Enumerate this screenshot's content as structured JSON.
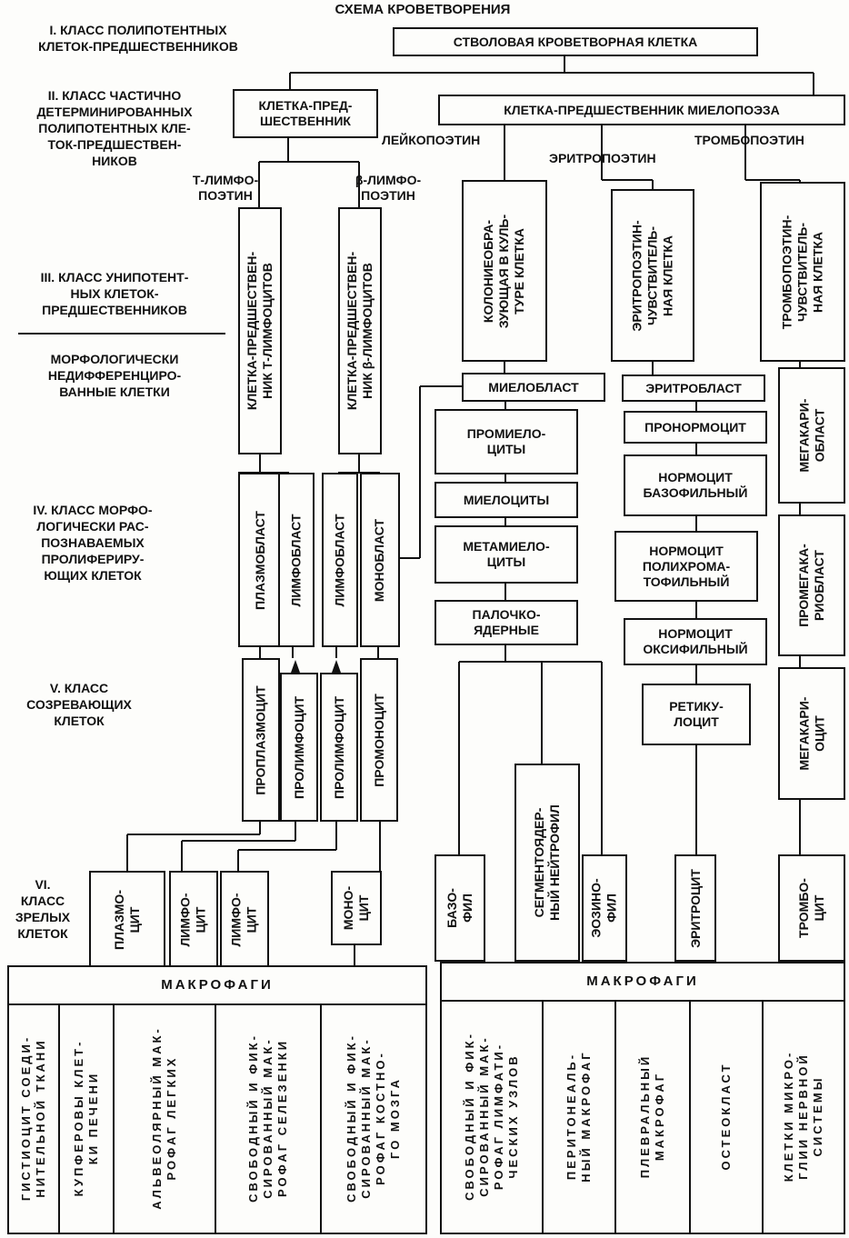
{
  "title": "СХЕМА КРОВЕТВОРЕНИЯ",
  "classes": {
    "c1": "I. КЛАСС ПОЛИПОТЕНТНЫХ\nКЛЕТОК-ПРЕДШЕСТВЕННИКОВ",
    "c2": "II. КЛАСС ЧАСТИЧНО\nДЕТЕРМИНИРОВАННЫХ\nПОЛИПОТЕНТНЫХ КЛЕ-\nТОК-ПРЕДШЕСТВЕН-\nНИКОВ",
    "c3": "III. КЛАСС УНИПОТЕНТ-\nНЫХ КЛЕТОК-\nПРЕДШЕСТВЕННИКОВ",
    "c3b": "МОРФОЛОГИЧЕСКИ\nНЕДИФФЕРЕНЦИРО-\nВАННЫЕ КЛЕТКИ",
    "c4": "IV. КЛАСС МОРФО-\nЛОГИЧЕСКИ РАС-\nПОЗНАВАЕМЫХ\nПРОЛИФЕРИРУ-\nЮЩИХ КЛЕТОК",
    "c5": "V. КЛАСС\nСОЗРЕВАЮЩИХ\nКЛЕТОК",
    "c6": "VI.\nКЛАСС\nЗРЕЛЫХ\nКЛЕТОК"
  },
  "nodes": {
    "stem": "СТВОЛОВАЯ КРОВЕТВОРНАЯ КЛЕТКА",
    "lymph_prog": "КЛЕТКА-ПРЕД-\nШЕСТВЕННИК",
    "myelo_prog": "КЛЕТКА-ПРЕДШЕСТВЕННИК МИЕЛОПОЭЗА",
    "t_prog": "КЛЕТКА-ПРЕДШЕСТВЕН-\nНИК Т-ЛИМФОЦИТОВ",
    "b_prog": "КЛЕТКА-ПРЕДШЕСТВЕН-\nНИК β-ЛИМФОЦИТОВ",
    "cfu": "КОЛОНИЕОБРА-\nЗУЮЩАЯ В КУЛЬ-\nТУРЕ КЛЕТКА",
    "ery_sens": "ЭРИТРОПОЭТИН-\nЧУВСТВИТЕЛЬ-\nНАЯ КЛЕТКА",
    "thr_sens": "ТРОМБОПОЭТИН-\nЧУВСТВИТЕЛЬ-\nНАЯ КЛЕТКА",
    "plasmoblast": "ПЛАЗМОБЛАСТ",
    "lymphoblast1": "ЛИМФОБЛАСТ",
    "lymphoblast2": "ЛИМФОБЛАСТ",
    "monoblast": "МОНОБЛАСТ",
    "myeloblast": "МИЕЛОБЛАСТ",
    "promyelocytes": "ПРОМИЕЛО-\nЦИТЫ",
    "myelocytes": "МИЕЛОЦИТЫ",
    "metamyelocytes": "МЕТАМИЕЛО-\nЦИТЫ",
    "band": "ПАЛОЧКО-\nЯДЕРНЫЕ",
    "erythroblast": "ЭРИТРОБЛАСТ",
    "pronormocyte": "ПРОНОРМОЦИТ",
    "norm_baso": "НОРМОЦИТ\nБАЗОФИЛЬНЫЙ",
    "norm_poly": "НОРМОЦИТ\nПОЛИХРОМА-\nТОФИЛЬНЫЙ",
    "norm_oxy": "НОРМОЦИТ\nОКСИФИЛЬНЫЙ",
    "reticulocyte": "РЕТИКУ-\nЛОЦИТ",
    "megakaryoblast": "МЕГАКАРИ-\nОБЛАСТ",
    "promegakaryoblast": "ПРОМЕГАКА-\nРИОБЛАСТ",
    "megakaryocyte": "МЕГАКАРИ-\nОЦИТ",
    "proplasmocyte": "ПРОПЛАЗМОЦИТ",
    "prolymphocyte1": "ПРОЛИМФОЦИТ",
    "prolymphocyte2": "ПРОЛИМФОЦИТ",
    "promonocyte": "ПРОМОНОЦИТ",
    "plasmocyte": "ПЛАЗМО-\nЦИТ",
    "lymphocyte1": "ЛИМФО-\nЦИТ",
    "lymphocyte2": "ЛИМФО-\nЦИТ",
    "monocyte": "МОНО-\nЦИТ",
    "basophil": "БАЗО-\nФИЛ",
    "neutrophil": "СЕГМЕНТОЯДЕР-\nНЫЙ НЕЙТРОФИЛ",
    "eosinophil": "ЭОЗИНО-\nФИЛ",
    "erythrocyte": "ЭРИТРОЦИТ",
    "thrombocyte": "ТРОМБО-\nЦИТ"
  },
  "labels": {
    "t_lymphopoietin": "Т-ЛИМФО-\nПОЭТИН",
    "b_lymphopoietin": "β-ЛИМФО-\nПОЭТИН",
    "leukopoietin": "ЛЕЙКОПОЭТИН",
    "erythropoietin": "ЭРИТРОПОЭТИН",
    "thrombopoietin": "ТРОМБОПОЭТИН"
  },
  "macrophages_left": {
    "header": "МАКРОФАГИ",
    "items": [
      "ГИСТИОЦИТ СОЕДИ-\nНИТЕЛЬНОЙ ТКАНИ",
      "КУПФЕРОВЫ КЛЕТ-\nКИ ПЕЧЕНИ",
      "АЛЬВЕОЛЯРНЫЙ МАК-\nРОФАГ ЛЕГКИХ",
      "СВОБОДНЫЙ И ФИК-\nСИРОВАННЫЙ МАК-\nРОФАГ СЕЛЕЗЕНКИ",
      "СВОБОДНЫЙ И ФИК-\nСИРОВАННЫЙ МАК-\nРОФАГ КОСТНО-\nГО МОЗГА"
    ]
  },
  "macrophages_right": {
    "header": "МАКРОФАГИ",
    "items": [
      "СВОБОДНЫЙ И ФИК-\nСИРОВАННЫЙ МАК-\nРОФАГ ЛИМФАТИ-\nЧЕСКИХ УЗЛОВ",
      "ПЕРИТОНЕАЛЬ-\nНЫЙ МАКРОФАГ",
      "ПЛЕВРАЛЬНЫЙ\nМАКРОФАГ",
      "ОСТЕОКЛАСТ",
      "КЛЕТКИ МИКРО-\nГЛИИ НЕРВНОЙ\nСИСТЕМЫ"
    ]
  }
}
